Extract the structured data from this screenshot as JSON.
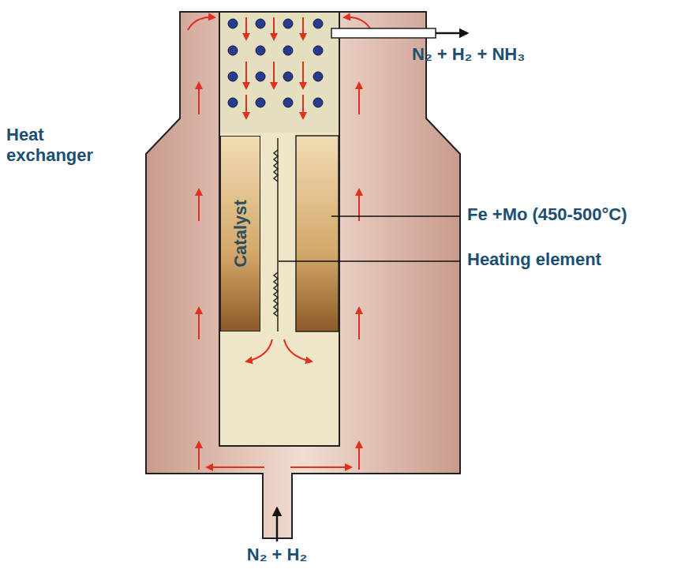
{
  "diagram": {
    "nodes": [
      {
        "text": [
          "Catalyst"
        ]
      }
    ],
    "labels": [
      "N₂ + H₂ + NH₃",
      "Heat exchanger",
      "Fe +Mo (450-500°C)",
      "Heating element",
      "N₂ + H₂"
    ]
  }
}
